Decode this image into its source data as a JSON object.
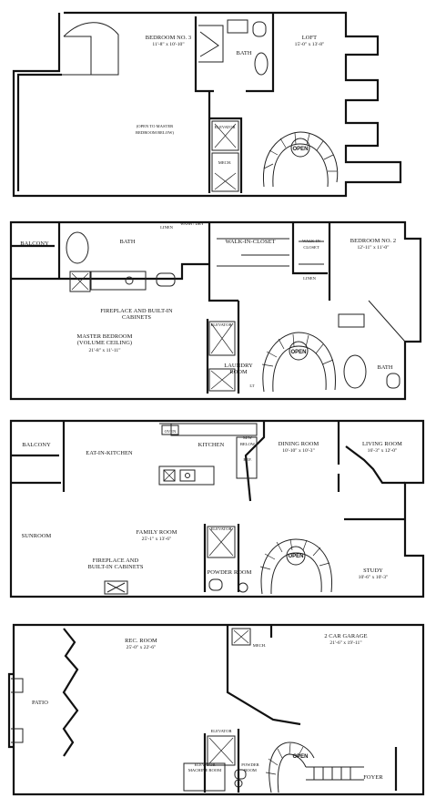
{
  "floors": [
    {
      "id": "floor-top",
      "rooms": {
        "bedroom3": {
          "name": "BEDROOM NO. 3",
          "dim": "11'-8\" x 10'-10\""
        },
        "loft": {
          "name": "LOFT",
          "dim": "15'-0\" x 13'-8\""
        },
        "bath": {
          "name": "BATH"
        },
        "open_to_master": {
          "line1": "(OPEN TO MASTER",
          "line2": "BEDROOM BELOW)"
        },
        "elevator": {
          "name": "ELEVATOR"
        },
        "mech": {
          "name": "MECH."
        },
        "open": {
          "name": "OPEN"
        }
      }
    },
    {
      "id": "floor-third",
      "rooms": {
        "balcony": {
          "name": "BALCONY"
        },
        "bath": {
          "name": "BATH"
        },
        "linen1": {
          "name": "LINEN"
        },
        "wash": {
          "name": "WASH / DRY"
        },
        "walkin1": {
          "name": "WALK-IN-CLOSET"
        },
        "walkin2": {
          "line1": "WALK-IN",
          "line2": "CLOSET"
        },
        "bedroom2": {
          "name": "BEDROOM NO. 2",
          "dim": "12'-11\" x 11'-0\""
        },
        "linen2": {
          "name": "LINEN"
        },
        "fireplace": {
          "line1": "FIREPLACE AND BUILT-IN",
          "line2": "CABINETS"
        },
        "master": {
          "line1": "MASTER BEDROOM",
          "line2": "(VOLUME CEILING)",
          "dim": "21'-8\" x 11'-11\""
        },
        "elevator": {
          "name": "ELEVATOR"
        },
        "laundry": {
          "line1": "LAUNDRY",
          "line2": "ROOM"
        },
        "open": {
          "name": "OPEN"
        },
        "bath2": {
          "name": "BATH"
        },
        "lt": {
          "name": "LT"
        }
      }
    },
    {
      "id": "floor-second",
      "rooms": {
        "balcony": {
          "name": "BALCONY"
        },
        "oven": {
          "name": "OVEN"
        },
        "kitchen": {
          "name": "KITCHEN"
        },
        "mw": {
          "name": "M/W"
        },
        "below": {
          "name": "BELOW"
        },
        "ref": {
          "name": "REF."
        },
        "eat_in": {
          "name": "EAT-IN-KITCHEN"
        },
        "dining": {
          "name": "DINING ROOM",
          "dim": "10'-10\" x 10'-3\""
        },
        "living": {
          "name": "LIVING ROOM",
          "dim": "16'-3\" x 12'-0\""
        },
        "sunroom": {
          "name": "SUNROOM"
        },
        "family": {
          "name": "FAMILY ROOM",
          "dim": "25'-1\" x 13'-6\""
        },
        "fireplace": {
          "line1": "FIREPLACE AND",
          "line2": "BUILT-IN CABINETS"
        },
        "elevator": {
          "name": "ELEVATOR"
        },
        "powder": {
          "name": "POWDER ROOM"
        },
        "open": {
          "name": "OPEN"
        },
        "study": {
          "name": "STUDY",
          "dim": "10'-6\" x 10'-3\""
        }
      }
    },
    {
      "id": "floor-ground",
      "rooms": {
        "rec": {
          "name": "REC. ROOM",
          "dim": "25'-0\" x 22'-6\""
        },
        "mech": {
          "name": "MECH."
        },
        "garage": {
          "name": "2 CAR GARAGE",
          "dim": "21'-6\" x 19'-11\""
        },
        "patio": {
          "name": "PATIO"
        },
        "elevator": {
          "name": "ELEVATOR"
        },
        "elev_machine": {
          "line1": "ELEVATOR",
          "line2": "MACHINE ROOM"
        },
        "powder": {
          "line1": "POWDER",
          "line2": "ROOM"
        },
        "open": {
          "name": "OPEN"
        },
        "foyer": {
          "name": "FOYER"
        }
      }
    }
  ]
}
